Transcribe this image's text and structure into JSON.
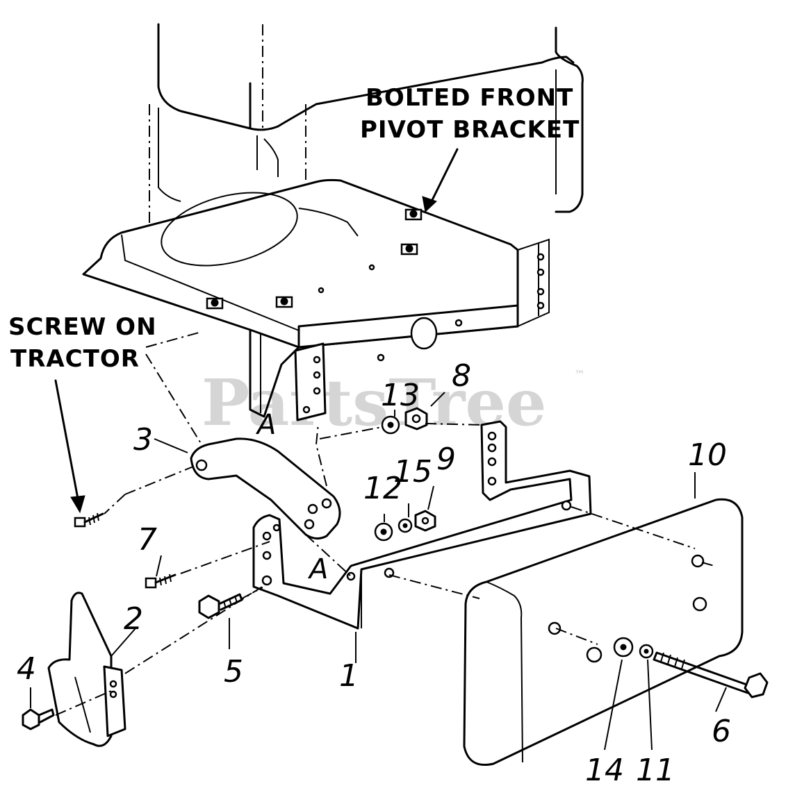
{
  "callouts": {
    "bolted_bracket_line1": "BOLTED FRONT",
    "bolted_bracket_line2": "PIVOT BRACKET",
    "screw_line1": "SCREW ON",
    "screw_line2": "TRACTOR"
  },
  "part_numbers": {
    "p1": "1",
    "p2": "2",
    "p3": "3",
    "p4": "4",
    "p5": "5",
    "p6": "6",
    "p7": "7",
    "p8": "8",
    "p9": "9",
    "p10": "10",
    "p11": "11",
    "p12": "12",
    "p13": "13",
    "p14": "14",
    "p15": "15"
  },
  "reference_letters": {
    "upper": "A",
    "lower": "A"
  },
  "watermark": {
    "text": "PartsTree",
    "trademark": "™"
  }
}
